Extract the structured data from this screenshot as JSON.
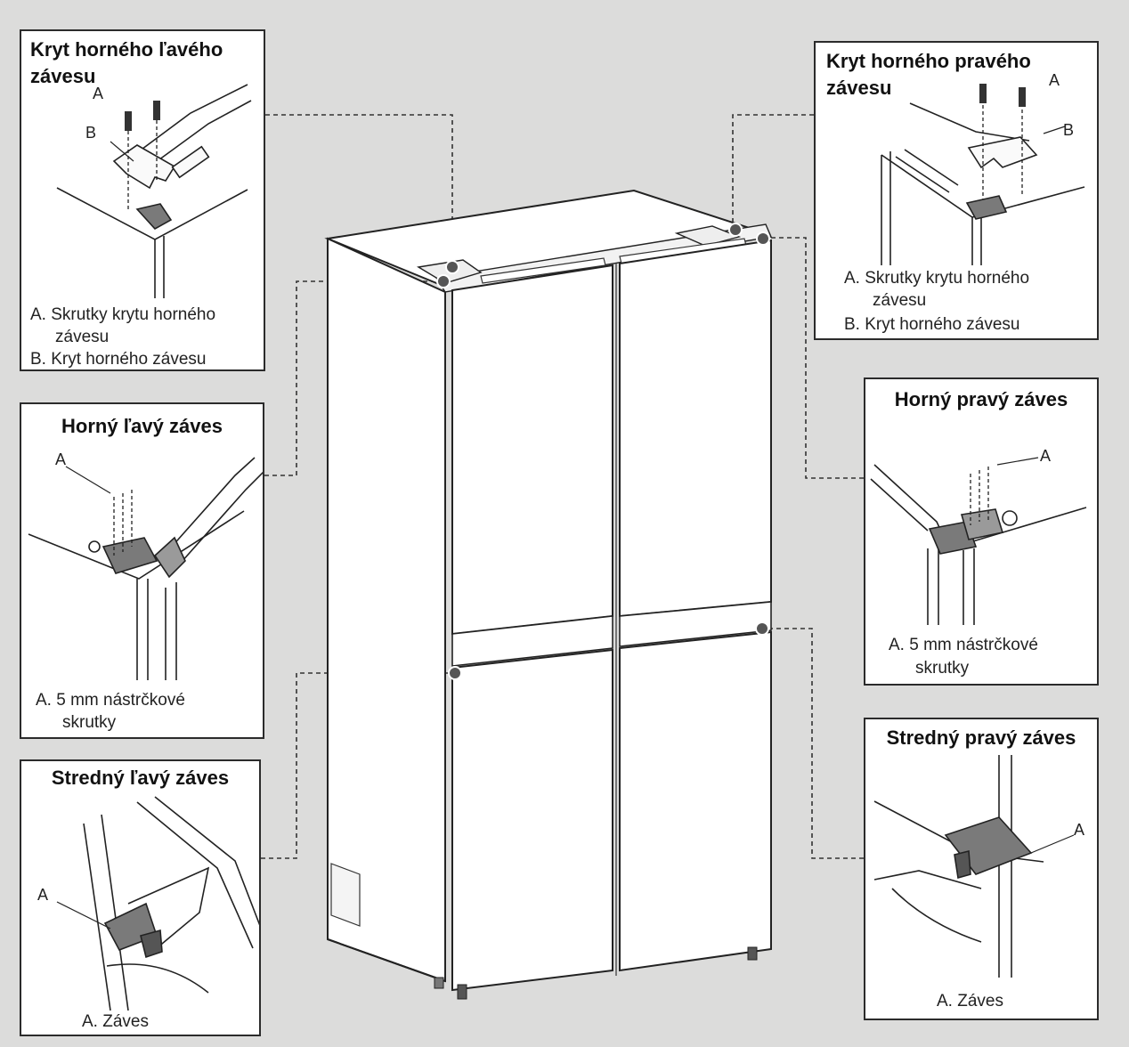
{
  "panels": {
    "top_left_cover": {
      "title_line1": "Kryt horného ľavého",
      "title_line2": "závesu",
      "label_a": "A",
      "label_b": "B",
      "caption_a1": "A. Skrutky krytu horného",
      "caption_a2": "závesu",
      "caption_b": "B. Kryt horného závesu"
    },
    "top_right_cover": {
      "title_line1": "Kryt horného pravého",
      "title_line2": "závesu",
      "label_a": "A",
      "label_b": "B",
      "caption_a1": "A. Skrutky krytu horného",
      "caption_a2": "závesu",
      "caption_b": "B. Kryt horného závesu"
    },
    "upper_left_hinge": {
      "title": "Horný ľavý záves",
      "label_a": "A",
      "caption_a1": "A. 5 mm nástrčkové",
      "caption_a2": "skrutky"
    },
    "upper_right_hinge": {
      "title": "Horný pravý záves",
      "label_a": "A",
      "caption_a1": "A. 5 mm nástrčkové",
      "caption_a2": "skrutky"
    },
    "middle_left_hinge": {
      "title": "Stredný ľavý záves",
      "label_a": "A",
      "caption": "A. Záves"
    },
    "middle_right_hinge": {
      "title": "Stredný pravý záves",
      "label_a": "A",
      "caption": "A. Záves"
    }
  },
  "colors": {
    "background": "#dcdcdb",
    "panel": "#ffffff",
    "line": "#2b2b2b",
    "marker": "#555555",
    "hinge_metal": "#7a7a7a"
  }
}
